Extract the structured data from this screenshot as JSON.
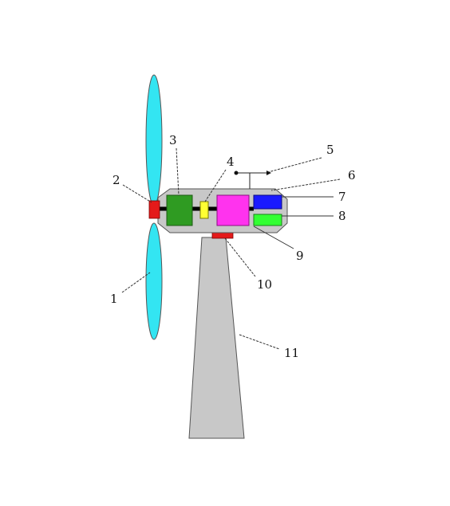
{
  "diagram": {
    "colors": {
      "blade": "#33e5f2",
      "hub": "#e41a1a",
      "nacelle": "#c8c8c8",
      "tower": "#c8c8c8",
      "shaft": "#000000",
      "gearbox": "#2f9b22",
      "coupling": "#ffff33",
      "generator": "#ff33ee",
      "controller": "#1a1aff",
      "converter": "#33ff33",
      "yaw_drive": "#e41a1a"
    },
    "labels": {
      "l1": "1",
      "l2": "2",
      "l3": "3",
      "l4": "4",
      "l5": "5",
      "l6": "6",
      "l7": "7",
      "l8": "8",
      "l9": "9",
      "l10": "10",
      "l11": "11"
    }
  }
}
